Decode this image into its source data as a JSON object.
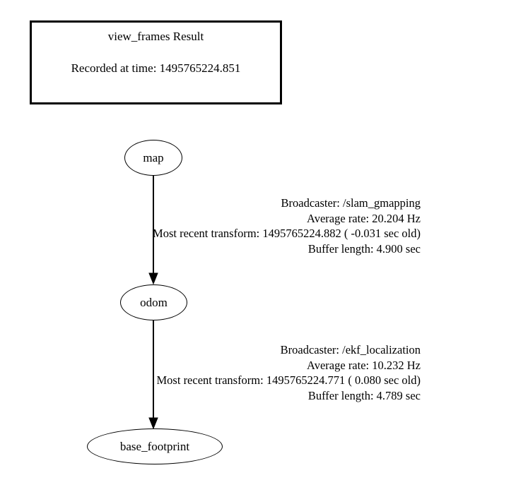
{
  "document": {
    "background_color": "#ffffff",
    "foreground_color": "#000000",
    "type": "tf-frame-tree-graph"
  },
  "title_box": {
    "heading": "view_frames Result",
    "recorded_line": "Recorded at time: 1495765224.851",
    "border_color": "#000000"
  },
  "graph": {
    "nodes": [
      {
        "id": "map",
        "label": "map"
      },
      {
        "id": "odom",
        "label": "odom"
      },
      {
        "id": "base_footprint",
        "label": "base_footprint"
      }
    ],
    "edges": [
      {
        "id": "map-to-odom",
        "from": "map",
        "to": "odom",
        "label": {
          "broadcaster": "Broadcaster: /slam_gmapping",
          "average_rate": "Average rate: 20.204 Hz",
          "most_recent_transform": "Most recent transform: 1495765224.882 ( -0.031 sec old)",
          "buffer_length": "Buffer length: 4.900 sec"
        }
      },
      {
        "id": "odom-to-base-footprint",
        "from": "odom",
        "to": "base_footprint",
        "label": {
          "broadcaster": "Broadcaster: /ekf_localization",
          "average_rate": "Average rate: 10.232 Hz",
          "most_recent_transform": "Most recent transform: 1495765224.771 ( 0.080 sec old)",
          "buffer_length": "Buffer length: 4.789 sec"
        }
      }
    ]
  }
}
